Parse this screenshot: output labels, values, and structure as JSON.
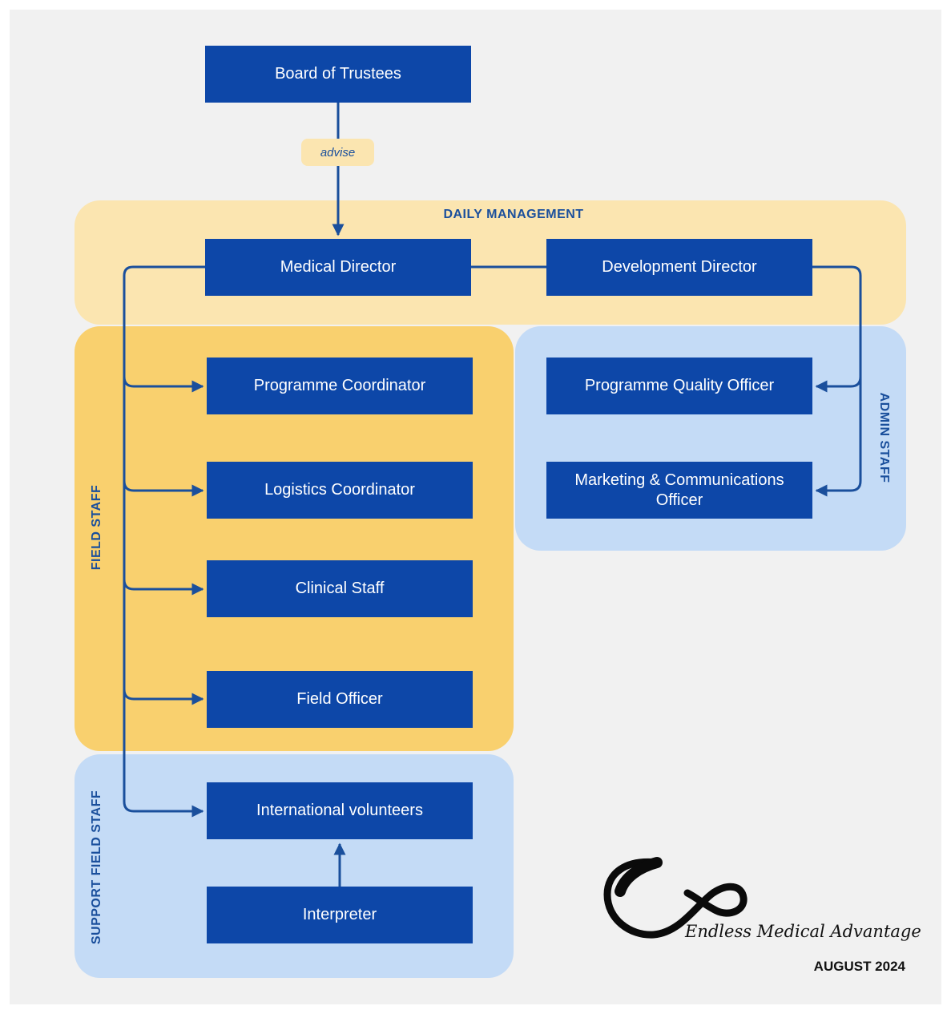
{
  "zones": {
    "daily": "DAILY MANAGEMENT",
    "field": "FIELD STAFF",
    "admin": "ADMIN STAFF",
    "support": "SUPPORT FIELD STAFF"
  },
  "edge_label": "advise",
  "roles": {
    "board": "Board of Trustees",
    "medical_director": "Medical Director",
    "development_director": "Development Director",
    "programme_coordinator": "Programme Coordinator",
    "logistics_coordinator": "Logistics Coordinator",
    "clinical_staff": "Clinical Staff",
    "field_officer": "Field Officer",
    "international_volunteers": "International volunteers",
    "interpreter": "Interpreter",
    "programme_quality_officer": "Programme Quality Officer",
    "marketing_officer": "Marketing & Communications Officer"
  },
  "brand": {
    "name": "Endless Medical Advantage",
    "date": "AUGUST 2024",
    "logo_icon": "infinity-icon"
  },
  "colors": {
    "box": "#0d47a8",
    "line": "#1a4f9c",
    "daily_zone": "#fbe5b0",
    "field_zone": "#f9d06e",
    "admin_zone": "#c4dbf6"
  }
}
